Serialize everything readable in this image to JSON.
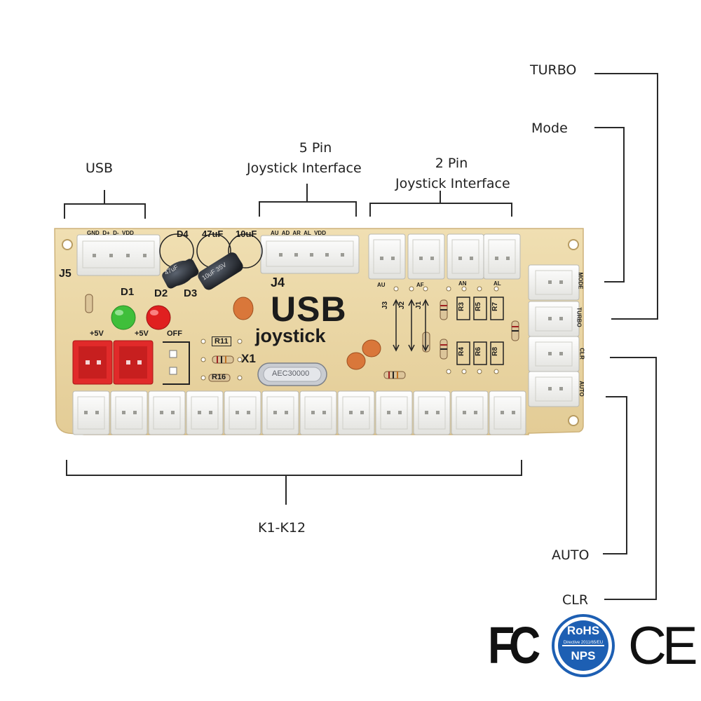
{
  "callouts": {
    "usb": "USB",
    "five_pin_title": "5 Pin",
    "five_pin_subtitle": "Joystick Interface",
    "two_pin_title": "2 Pin",
    "two_pin_subtitle": "Joystick Interface",
    "turbo": "TURBO",
    "mode": "Mode",
    "k_range": "K1-K12",
    "auto": "AUTO",
    "clr": "CLR"
  },
  "board": {
    "title": "USB",
    "subtitle": "joystick",
    "silkscreen": {
      "j5": "J5",
      "j4": "J4",
      "x1": "X1",
      "d1": "D1",
      "d2": "D2",
      "d3": "D3",
      "d4": "D4",
      "cap_47uf": "47uF",
      "cap_10uf": "10uF",
      "plus5v_left": "+5V",
      "plus5v_right": "+5V",
      "off": "OFF",
      "r11": "R11",
      "r16": "R16",
      "usb_pins": "GND  D+  D-  VDD",
      "joy5_pins": "AU  AD  AR  AL  VDD",
      "j3": "J3",
      "j2": "J2",
      "j1": "J1",
      "r3": "R3",
      "r5": "R5",
      "r7": "R7",
      "r4": "R4",
      "r6": "R6",
      "r8": "R8",
      "au": "AU",
      "af": "AF",
      "an": "AN",
      "al": "AL",
      "crystal": "AEC30000",
      "cap_label_1": "47uF",
      "cap_label_2": "10uF 35V",
      "side_mode": "MODE",
      "side_turbo": "TURBO",
      "side_clr": "CLR",
      "side_auto": "AUTO"
    },
    "colors": {
      "pcb": "#ecd9a8",
      "connector": "#f4f4f1",
      "power_connector": "#e12a2a",
      "led_green": "#3fbf3a",
      "led_red": "#e02020",
      "capacitor": "#2b2f36",
      "ceramic_cap": "#d9773a"
    }
  },
  "logos": {
    "fc": "FC",
    "rohs": "RoHS",
    "rohs_directive": "Directive 2011/65/EU",
    "nps": "NPS",
    "ce": "CE"
  }
}
